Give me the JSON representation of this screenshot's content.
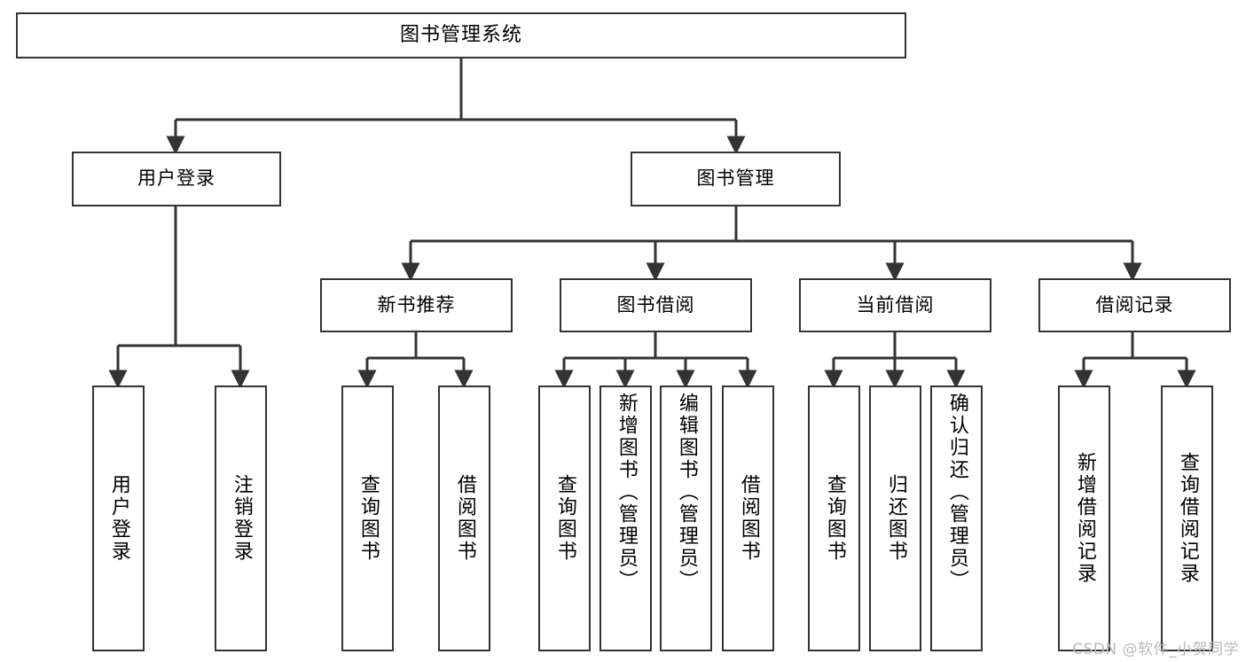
{
  "diagram": {
    "title": "图书管理系统",
    "type": "tree",
    "colors": {
      "stroke": "#333333",
      "fill": "#ffffff",
      "text": "#000000",
      "watermark": "#b9b9b9"
    },
    "nodes": {
      "root": {
        "label": "图书管理系统"
      },
      "level2": [
        {
          "id": "user-login",
          "label": "用户登录"
        },
        {
          "id": "book-manage",
          "label": "图书管理"
        }
      ],
      "level3": [
        {
          "id": "new-book-recommend",
          "label": "新书推荐"
        },
        {
          "id": "book-borrow",
          "label": "图书借阅"
        },
        {
          "id": "current-borrow",
          "label": "当前借阅"
        },
        {
          "id": "borrow-record",
          "label": "借阅记录"
        }
      ],
      "leaves": [
        {
          "id": "leaf-user-login",
          "label": "用户登录"
        },
        {
          "id": "leaf-logout",
          "label": "注销登录"
        },
        {
          "id": "leaf-query-book-1",
          "label": "查询图书"
        },
        {
          "id": "leaf-borrow-book-1",
          "label": "借阅图书"
        },
        {
          "id": "leaf-query-book-2",
          "label": "查询图书"
        },
        {
          "id": "leaf-add-book",
          "label": "新增图书（管理员）"
        },
        {
          "id": "leaf-edit-book",
          "label": "编辑图书（管理员）"
        },
        {
          "id": "leaf-borrow-book-2",
          "label": "借阅图书"
        },
        {
          "id": "leaf-query-book-3",
          "label": "查询图书"
        },
        {
          "id": "leaf-return-book",
          "label": "归还图书"
        },
        {
          "id": "leaf-confirm-return",
          "label": "确认归还（管理员）"
        },
        {
          "id": "leaf-add-record",
          "label": "新增借阅记录"
        },
        {
          "id": "leaf-query-record",
          "label": "查询借阅记录"
        }
      ]
    },
    "edges": [
      {
        "from": "root",
        "to": "user-login"
      },
      {
        "from": "root",
        "to": "book-manage"
      },
      {
        "from": "user-login",
        "to": "leaf-user-login"
      },
      {
        "from": "user-login",
        "to": "leaf-logout"
      },
      {
        "from": "book-manage",
        "to": "new-book-recommend"
      },
      {
        "from": "book-manage",
        "to": "book-borrow"
      },
      {
        "from": "book-manage",
        "to": "current-borrow"
      },
      {
        "from": "book-manage",
        "to": "borrow-record"
      },
      {
        "from": "new-book-recommend",
        "to": "leaf-query-book-1"
      },
      {
        "from": "new-book-recommend",
        "to": "leaf-borrow-book-1"
      },
      {
        "from": "book-borrow",
        "to": "leaf-query-book-2"
      },
      {
        "from": "book-borrow",
        "to": "leaf-add-book"
      },
      {
        "from": "book-borrow",
        "to": "leaf-edit-book"
      },
      {
        "from": "book-borrow",
        "to": "leaf-borrow-book-2"
      },
      {
        "from": "current-borrow",
        "to": "leaf-query-book-3"
      },
      {
        "from": "current-borrow",
        "to": "leaf-return-book"
      },
      {
        "from": "current-borrow",
        "to": "leaf-confirm-return"
      },
      {
        "from": "borrow-record",
        "to": "leaf-add-record"
      },
      {
        "from": "borrow-record",
        "to": "leaf-query-record"
      }
    ]
  },
  "watermark": {
    "text": "CSDN @软件_小贺同学"
  }
}
